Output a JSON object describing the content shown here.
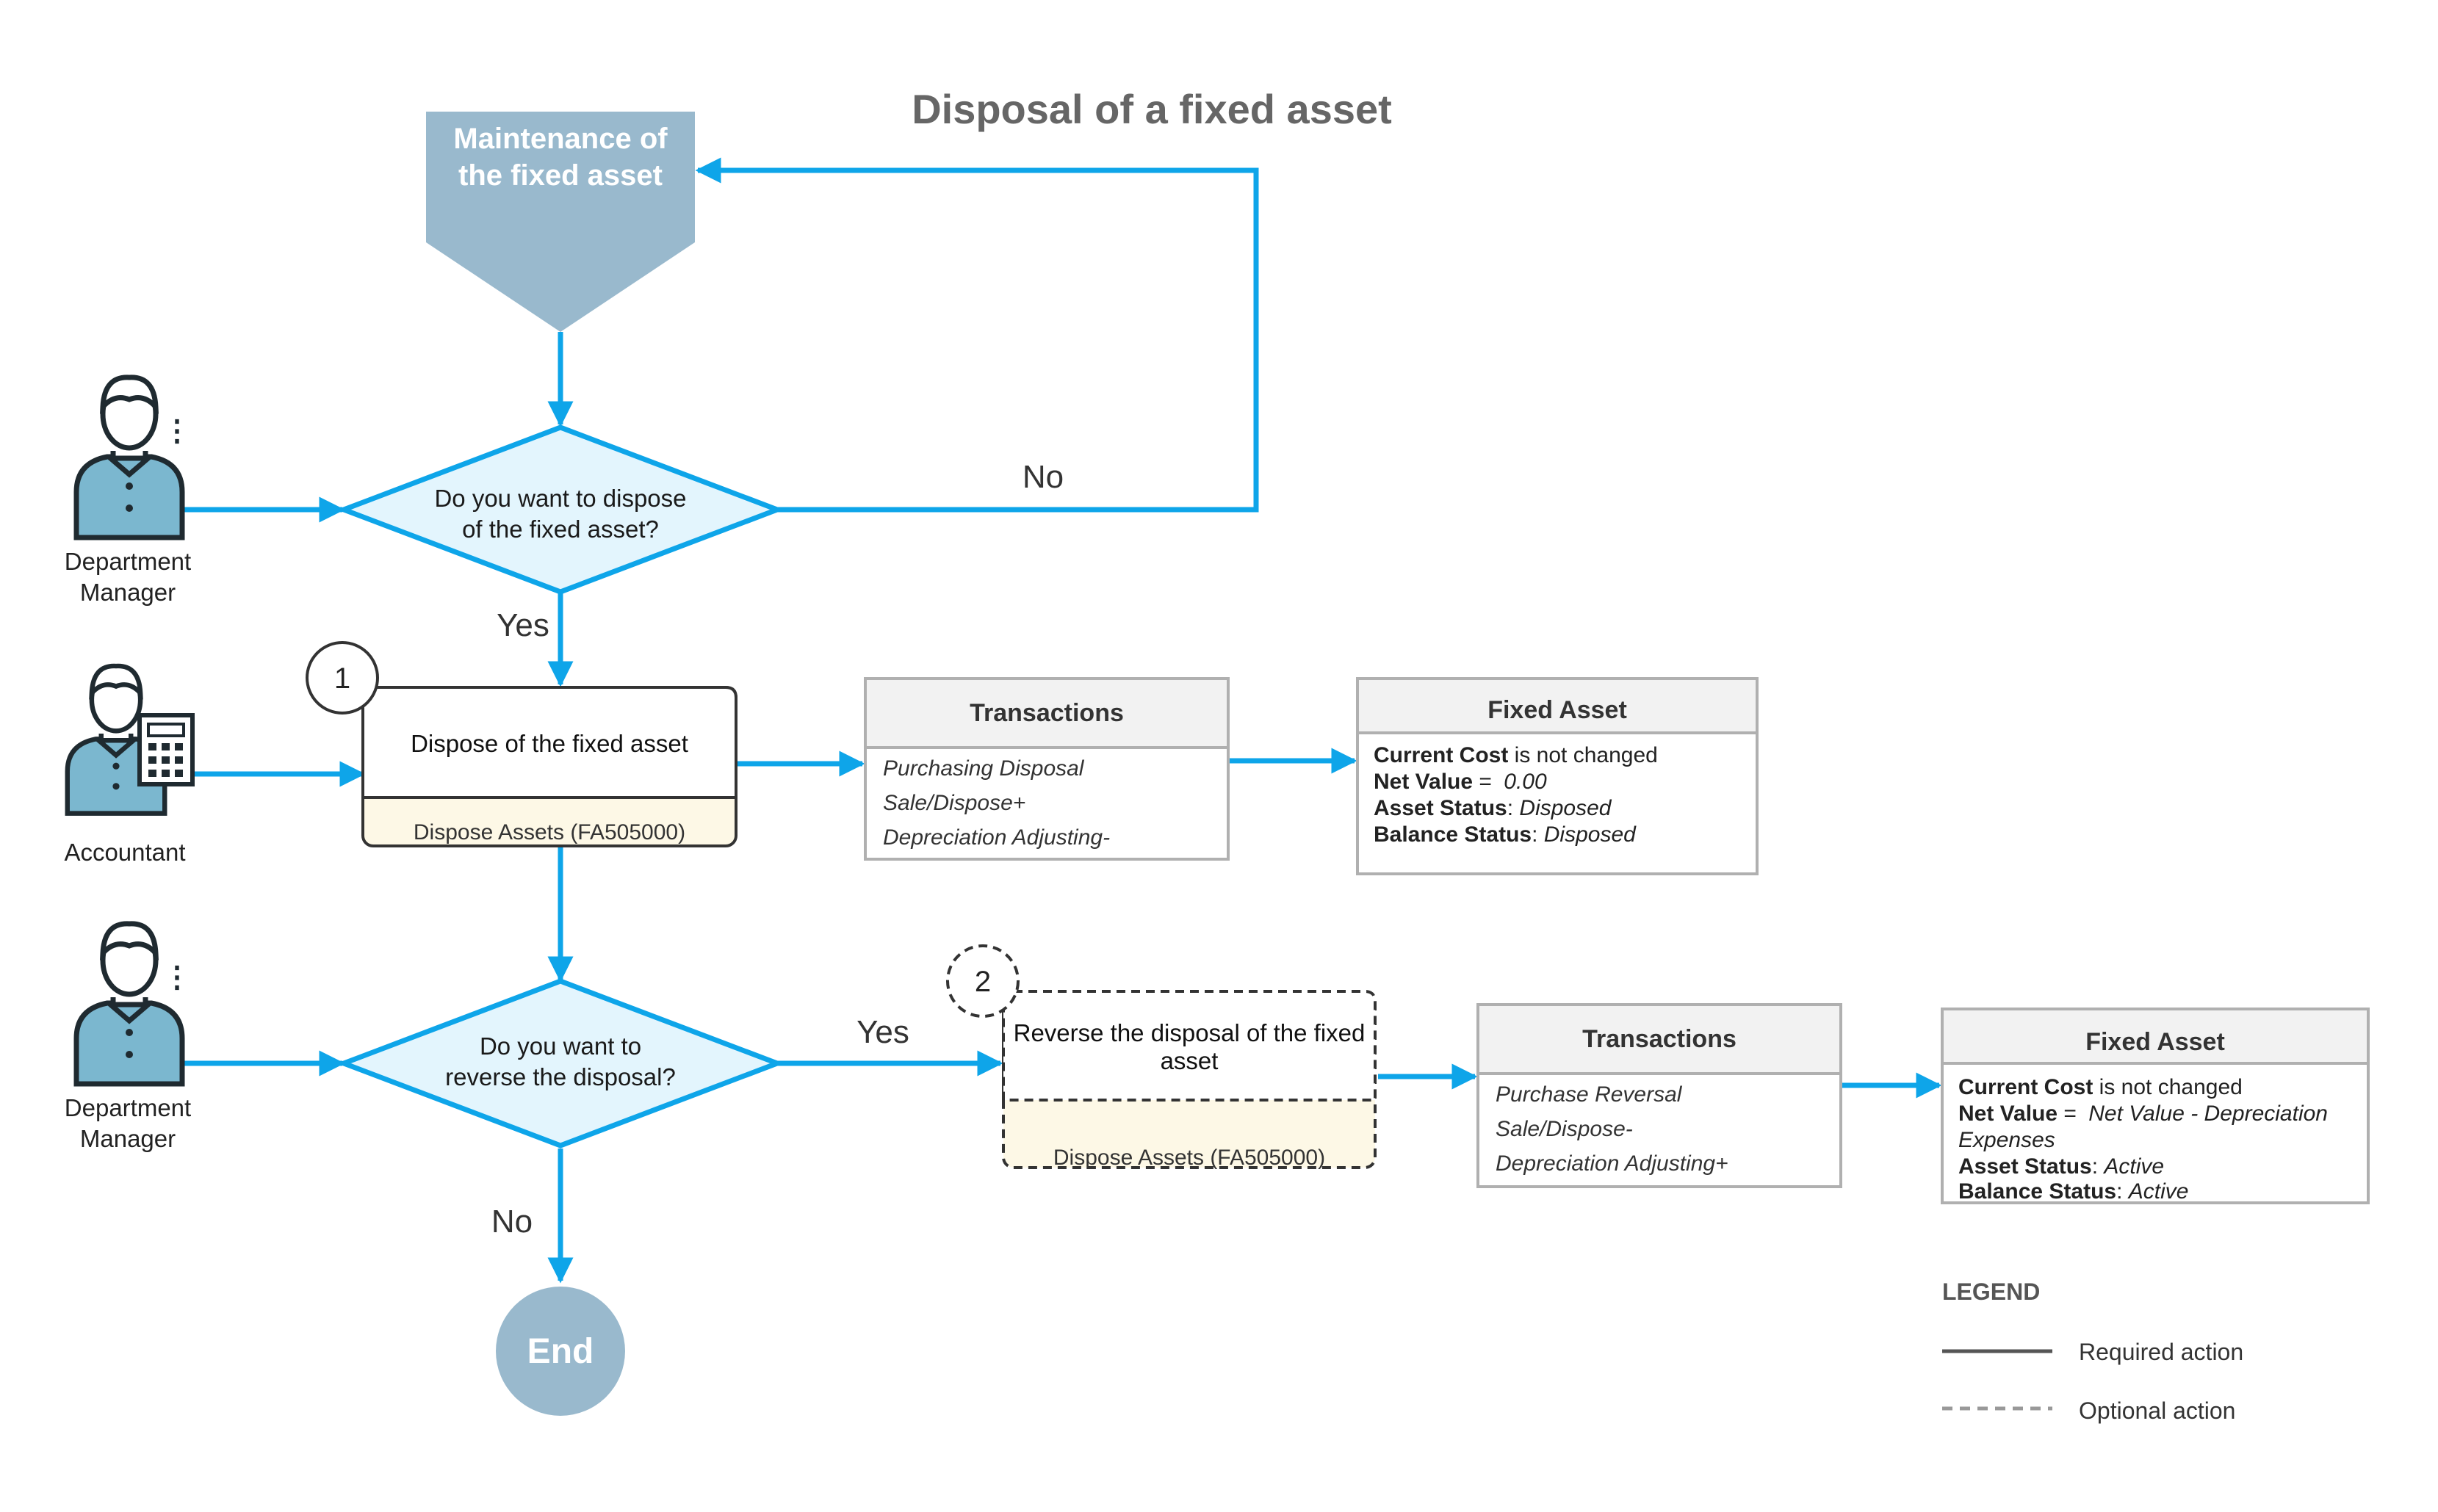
{
  "title": "Disposal of a fixed asset",
  "start_node": {
    "line1": "Maintenance of",
    "line2": "the fixed asset"
  },
  "roles": {
    "manager_1": {
      "line1": "Department",
      "line2": "Manager"
    },
    "accountant": {
      "label": "Accountant"
    },
    "manager_2": {
      "line1": "Department",
      "line2": "Manager"
    }
  },
  "decision_1": {
    "line1": "Do you want to dispose",
    "line2": "of the fixed asset?"
  },
  "decision_2": {
    "line1": "Do you want to",
    "line2": "reverse the disposal?"
  },
  "edge_labels": {
    "no_1": "No",
    "yes_1": "Yes",
    "yes_2": "Yes",
    "no_2": "No"
  },
  "step_1": {
    "number": "1",
    "action": "Dispose of the fixed asset",
    "form": "Dispose Assets (FA505000)"
  },
  "step_2": {
    "number": "2",
    "action_line1": "Reverse the disposal of the fixed",
    "action_line2": "asset",
    "form": "Dispose Assets (FA505000)"
  },
  "transactions_1": {
    "header": "Transactions",
    "rows": [
      "Purchasing Disposal",
      "Sale/Dispose+",
      "Depreciation Adjusting-"
    ]
  },
  "fixed_asset_1": {
    "header": "Fixed Asset",
    "current_cost_label": "Current Cost",
    "current_cost_text": " is not changed",
    "net_value_label": "Net Value",
    "net_value_eq": " = ",
    "net_value_value": "0.00",
    "asset_status_label": "Asset Status",
    "asset_status_value": "Disposed",
    "balance_status_label": "Balance Status",
    "balance_status_value": "Disposed"
  },
  "transactions_2": {
    "header": "Transactions",
    "rows": [
      "Purchase Reversal",
      "Sale/Dispose-",
      "Depreciation Adjusting+"
    ]
  },
  "fixed_asset_2": {
    "header": "Fixed Asset",
    "current_cost_label": "Current Cost",
    "current_cost_text": " is not changed",
    "net_value_label": "Net Value",
    "net_value_eq": " = ",
    "net_value_value_line1": "Net Value - Depreciation",
    "net_value_value_line2": "Expenses",
    "asset_status_label": "Asset Status",
    "asset_status_value": "Active",
    "balance_status_label": "Balance Status",
    "balance_status_value": "Active"
  },
  "end_node": {
    "label": "End"
  },
  "legend": {
    "title": "LEGEND",
    "required": "Required action",
    "optional": "Optional action"
  },
  "colors": {
    "flow_blue": "#0ea5e9",
    "decision_fill": "#e3f5fd",
    "node_steel": "#99b9cd",
    "form_band": "#fdf8e6",
    "box_header": "#f2f2f2",
    "box_border": "#b0b0b0",
    "title_gray": "#666666"
  }
}
